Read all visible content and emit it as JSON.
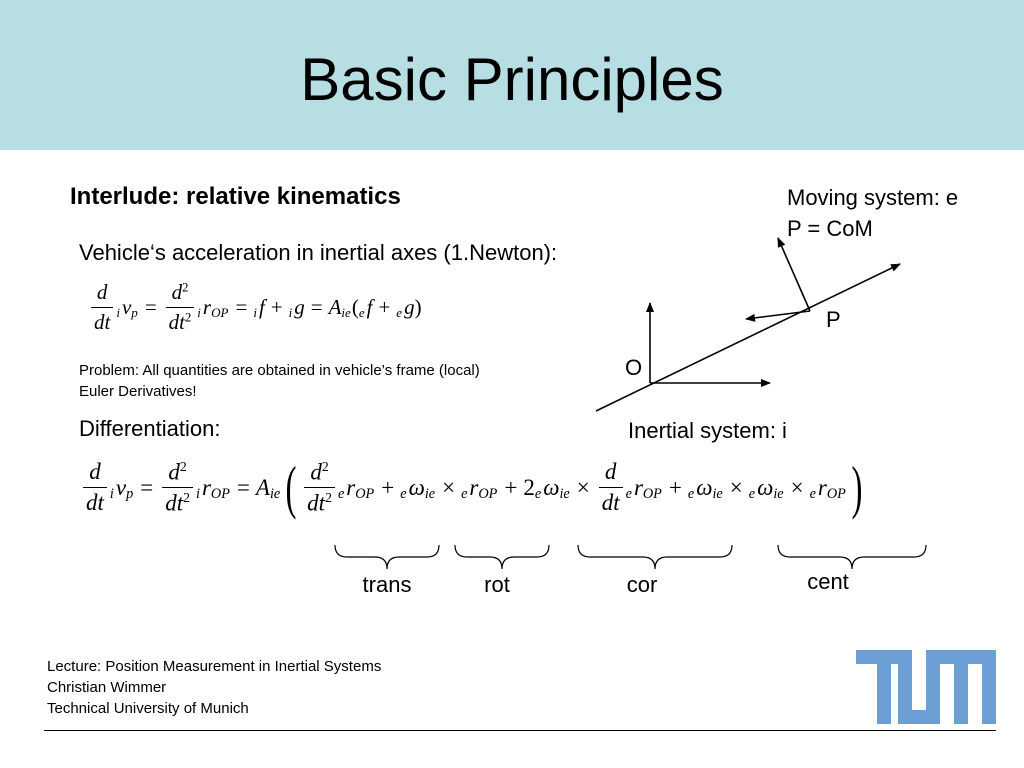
{
  "slide": {
    "title": "Basic Principles",
    "subtitle": "Interlude: relative kinematics",
    "moving_system": "Moving system: e",
    "com": "P = CoM",
    "acceleration_text": "Vehicle‘s acceleration in inertial axes (1.Newton):",
    "problem_line1": "Problem: All quantities are obtained in vehicle’s frame (local)",
    "problem_line2": "Euler Derivatives!",
    "differentiation": "Differentiation:",
    "inertial_system": "Inertial system: i",
    "point_O": "O",
    "point_P": "P"
  },
  "braces": {
    "trans": "trans",
    "rot": "rot",
    "cor": "cor",
    "cent": "cent"
  },
  "footer": {
    "line1": "Lecture: Position Measurement in Inertial Systems",
    "line2": "Christian Wimmer",
    "line3": "Technical University of Munich"
  },
  "colors": {
    "title_band": "#b7dfe3",
    "logo": "#6b9fd6"
  },
  "logo": {
    "icon": "tum-logo"
  }
}
